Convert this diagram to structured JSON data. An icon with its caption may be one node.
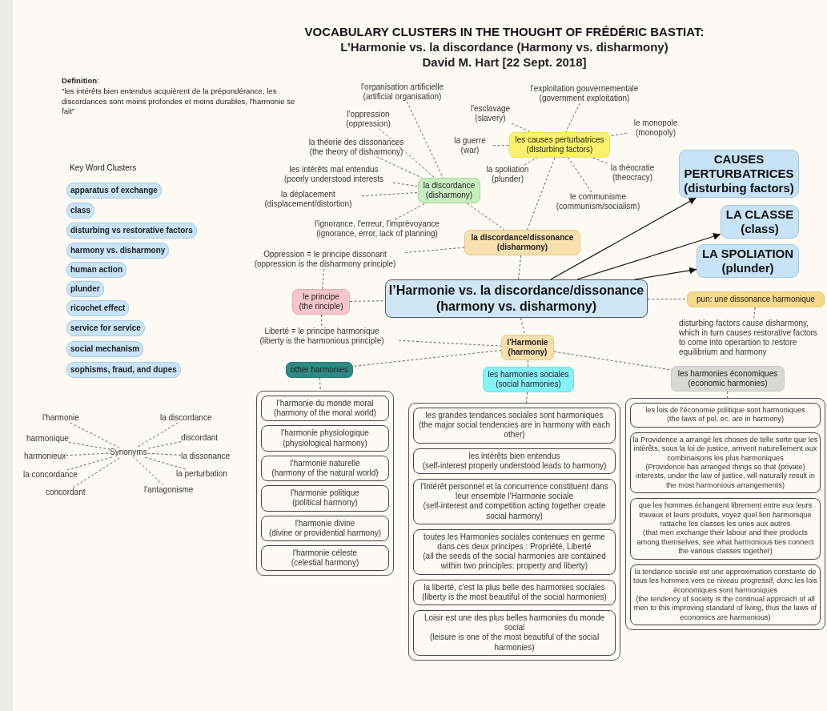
{
  "diagram": {
    "title": "VOCABULARY CLUSTERS IN THE THOUGHT OF FRÉDÉRIC BASTIAT:",
    "nodes": [
      {
        "text": [
          "l’Harmonie vs. la discordance/dissonance",
          "(harmony vs. disharmony)"
        ]
      },
      {
        "text": [
          "la discordance/dissonance",
          "(disharmony)"
        ]
      },
      {
        "text": [
          "les causes perturbatrices",
          "(disturbing factors)"
        ]
      },
      {
        "text": [
          "la discordance",
          "(disharmony)"
        ]
      },
      {
        "text": [
          "l'organisation artificielle",
          "(artificial organisation)"
        ]
      },
      {
        "text": [
          "l'oppression",
          "(oppression)"
        ]
      },
      {
        "text": [
          "la théorie des dissonances",
          "(the theory of disharmony)"
        ]
      },
      {
        "text": [
          "les intérêts mal entendus",
          "(poorly understood interests"
        ]
      },
      {
        "text": [
          "la déplacement",
          "(displacement/distortion)"
        ]
      },
      {
        "text": [
          "l'ignorance, l'erreur, l'imprévoyance",
          "(ignorance, error, lack of planning)"
        ]
      },
      {
        "text": [
          "l'exploitation gouvernementale",
          "(government exploitation)"
        ]
      },
      {
        "text": [
          "l'esclavage",
          "(slavery)"
        ]
      },
      {
        "text": [
          "le monopole",
          "(monopoly)"
        ]
      },
      {
        "text": [
          "la guerre",
          "(war)"
        ]
      },
      {
        "text": [
          "la spoliation",
          "(plunder)"
        ]
      },
      {
        "text": [
          "la théocratie",
          "(theocracy)"
        ]
      },
      {
        "text": [
          "le communisme",
          "(communism/socialism)"
        ]
      },
      {
        "text": [
          "Oppression = le principe dissonant",
          "(oppression is the disharmony principle)"
        ]
      },
      {
        "text": [
          "le principe",
          "(the rinciple)"
        ]
      },
      {
        "text": [
          "Liberté =  le principe harmonique",
          "(liberty is the harmonious principle)"
        ]
      },
      {
        "text": [
          "l'Harmonie",
          "(harmony)"
        ]
      },
      {
        "text": [
          "other harmonies"
        ]
      },
      {
        "text": [
          "les harmonies sociales",
          "(social harmonies)"
        ]
      },
      {
        "text": [
          "les harmonies économiques",
          "(economic harmonies)"
        ]
      },
      {
        "text": [
          "CAUSES PERTURBATRICES",
          "(disturbing factors)"
        ]
      },
      {
        "text": [
          "LA CLASSE",
          "(class)"
        ]
      },
      {
        "text": [
          "LA SPOLIATION",
          "(plunder)"
        ]
      },
      {
        "text": [
          "pun: une dissonance harmonique"
        ]
      },
      {
        "text": [
          "disturbing factors cause disharmony, which in turn causes restorative factors to come into operartion to restore equilibrium and harmony"
        ]
      },
      {
        "text": [],
        "shape": "box"
      },
      {
        "text": [
          "l'harmonie du monde moral",
          "(harmony of the moral world)"
        ],
        "in": 29
      },
      {
        "text": [
          "l'harmonie physiologique",
          "(physiological harmony)"
        ],
        "in": 29
      },
      {
        "text": [
          "l'harmonie naturelle",
          "(harmony of the natural world)"
        ],
        "in": 29
      },
      {
        "text": [
          "l'harmonie politique",
          "(political harmony)"
        ],
        "in": 29
      },
      {
        "text": [
          "l'harmonie divine",
          "(divine or providential harmony)"
        ],
        "in": 29
      },
      {
        "text": [
          "l'harmonie céleste",
          "(celestial harmony)"
        ],
        "in": 29
      },
      {
        "text": [],
        "shape": "box"
      },
      {
        "text": [
          "les grandes tendances sociales sont harmoniques",
          "(the major social tendencies are in harmony with each other)"
        ],
        "in": 36
      },
      {
        "text": [
          "les intérêts bien entendus",
          "(self-interest properly understood leads to harmony)"
        ],
        "in": 36
      },
      {
        "text": [
          "l'Intérêt personnel et la concurrence constituent dans leur ensemble l'Harmonie sociale",
          "(self-interest and competition acting together create social harmony)"
        ],
        "in": 36
      },
      {
        "text": [
          "toutes les Harmonies sociales contenues en germe dans ces deux principes : Propriété, Liberté",
          "(all the seeds of the social harmonies are contained within two principles: property and liberty)"
        ],
        "in": 36
      },
      {
        "text": [
          "la liberté, c'est la plus belle des harmonies sociales",
          "(liberty is the most beautiful of the social harmonies)"
        ],
        "in": 36
      },
      {
        "text": [
          "Loisir est une des plus belles harmonies du monde social",
          "(leisure is one of the most beautiful of the social harmonies)"
        ],
        "in": 36
      },
      {
        "text": [],
        "shape": "box"
      },
      {
        "text": [
          "les lois de l'économie politique sont harmoniques",
          "(the laws of pol. ec. are in harmony)"
        ],
        "in": 43
      },
      {
        "text": [
          "la Providence a arrangé les choses de telle sorte que les intérêts, sous la loi de justice, arrivent naturellement aux combinaisons les plus harmoniques",
          "(Providence has arranged things so that (private) interests, under the law of justice, will naturally result in the most harmonious arrangements)"
        ],
        "in": 43
      },
      {
        "text": [
          "que les hommes échangent librement entre eux leurs travaux et leurs produits, voyez quel lien harmonique rattache les classes les unes aux autres",
          "(that men exchange their labour and their products among themselves, see what harmonious ties connect the various classes together)"
        ],
        "in": 43
      },
      {
        "text": [
          "la tendance sociale est une approximation constante de tous les hommes vers ce niveau progressif, donc les lois économiques sont harmoniques",
          "(the tendency of society is the continual approach of all men to this improving standard of living, thus the laws of economics are harmonious)"
        ],
        "in": 43
      },
      {
        "text": [
          "apparatus of exchange"
        ]
      },
      {
        "text": [
          "class"
        ]
      },
      {
        "text": [
          "disturbing vs restorative factors"
        ]
      },
      {
        "text": [
          "harmony vs. disharmony"
        ]
      },
      {
        "text": [
          "human action"
        ]
      },
      {
        "text": [
          "plunder"
        ]
      },
      {
        "text": [
          "ricochet effect"
        ]
      },
      {
        "text": [
          "service for service"
        ]
      },
      {
        "text": [
          "social mechanism"
        ]
      },
      {
        "text": [
          "sophisms, fraud, and dupes"
        ]
      },
      {
        "text": [
          "Synonyms"
        ]
      },
      {
        "text": [
          "l'harmonie"
        ]
      },
      {
        "text": [
          "harmonique"
        ]
      },
      {
        "text": [
          "harmonieux"
        ]
      },
      {
        "text": [
          "la concordance"
        ]
      },
      {
        "text": [
          "concordant"
        ]
      },
      {
        "text": [
          "la discordance"
        ]
      },
      {
        "text": [
          "discordant"
        ]
      },
      {
        "text": [
          "la dissonance"
        ]
      },
      {
        "text": [
          "la perturbation"
        ]
      },
      {
        "text": [
          "l'antagonisme"
        ]
      }
    ],
    "edges": [
      {
        "from": 1,
        "to": 0,
        "arrow": "none",
        "style": "dashed"
      },
      {
        "from": 2,
        "to": 1,
        "arrow": "none",
        "style": "dashed"
      },
      {
        "from": 3,
        "to": 1,
        "arrow": "none",
        "style": "dashed"
      },
      {
        "from": 4,
        "to": 3,
        "arrow": "none",
        "style": "dashed"
      },
      {
        "from": 5,
        "to": 3,
        "arrow": "none",
        "style": "dashed"
      },
      {
        "from": 6,
        "to": 3,
        "arrow": "none",
        "style": "dashed"
      },
      {
        "from": 7,
        "to": 3,
        "arrow": "none",
        "style": "dashed"
      },
      {
        "from": 8,
        "to": 3,
        "arrow": "none",
        "style": "dashed"
      },
      {
        "from": 9,
        "to": 3,
        "arrow": "none",
        "style": "dashed"
      },
      {
        "from": 10,
        "to": 2,
        "arrow": "none",
        "style": "dashed"
      },
      {
        "from": 11,
        "to": 2,
        "arrow": "none",
        "style": "dashed"
      },
      {
        "from": 12,
        "to": 2,
        "arrow": "none",
        "style": "dashed"
      },
      {
        "from": 13,
        "to": 2,
        "arrow": "none",
        "style": "dashed"
      },
      {
        "from": 14,
        "to": 2,
        "arrow": "none",
        "style": "dashed"
      },
      {
        "from": 15,
        "to": 2,
        "arrow": "none",
        "style": "dashed"
      },
      {
        "from": 16,
        "to": 2,
        "arrow": "none",
        "style": "dashed"
      },
      {
        "from": 17,
        "to": 1,
        "arrow": "none",
        "style": "dashed"
      },
      {
        "from": 17,
        "to": 18,
        "arrow": "none",
        "style": "dashed"
      },
      {
        "from": 18,
        "to": 0,
        "arrow": "none",
        "style": "dashed"
      },
      {
        "from": 18,
        "to": 19,
        "arrow": "none",
        "style": "dashed"
      },
      {
        "from": 19,
        "to": 20,
        "arrow": "none",
        "style": "dashed"
      },
      {
        "from": 0,
        "to": 20,
        "arrow": "none",
        "style": "dashed"
      },
      {
        "from": 20,
        "to": 21,
        "arrow": "none",
        "style": "dashed"
      },
      {
        "from": 20,
        "to": 22,
        "arrow": "none",
        "style": "dashed"
      },
      {
        "from": 20,
        "to": 23,
        "arrow": "none",
        "style": "dashed"
      },
      {
        "from": 0,
        "to": 24,
        "arrow": "to"
      },
      {
        "from": 0,
        "to": 25,
        "arrow": "to"
      },
      {
        "from": 0,
        "to": 26,
        "arrow": "to"
      },
      {
        "from": 0,
        "to": 27,
        "arrow": "none",
        "style": "dashed"
      },
      {
        "from": 27,
        "to": 28,
        "arrow": "none",
        "style": "dashed"
      },
      {
        "from": 21,
        "to": 29,
        "arrow": "none",
        "style": "dashed"
      },
      {
        "from": 22,
        "to": 36,
        "arrow": "none",
        "style": "dashed"
      },
      {
        "from": 23,
        "to": 43,
        "arrow": "none",
        "style": "dashed"
      },
      {
        "from": 59,
        "to": 58,
        "arrow": "none",
        "style": "dashed"
      },
      {
        "from": 60,
        "to": 58,
        "arrow": "none",
        "style": "dashed"
      },
      {
        "from": 61,
        "to": 58,
        "arrow": "none",
        "style": "dashed"
      },
      {
        "from": 62,
        "to": 58,
        "arrow": "none",
        "style": "dashed"
      },
      {
        "from": 63,
        "to": 58,
        "arrow": "none",
        "style": "dashed"
      },
      {
        "from": 64,
        "to": 58,
        "arrow": "none",
        "style": "dashed"
      },
      {
        "from": 65,
        "to": 58,
        "arrow": "none",
        "style": "dashed"
      },
      {
        "from": 66,
        "to": 58,
        "arrow": "none",
        "style": "dashed"
      },
      {
        "from": 67,
        "to": 58,
        "arrow": "none",
        "style": "dashed"
      },
      {
        "from": 68,
        "to": 58,
        "arrow": "none",
        "style": "dashed"
      }
    ],
    "labels": [
      "L’Harmonie vs. la discordance (Harmony vs. disharmony)",
      "David M. Hart [22 Sept. 2018]",
      "**Definition**:",
      "\"les intérêts bien entendus acquièrent de la prépondérance, les discordances sont moins profondes et moins durables, l'harmonie se fait\"",
      "Key Word Clusters"
    ]
  }
}
